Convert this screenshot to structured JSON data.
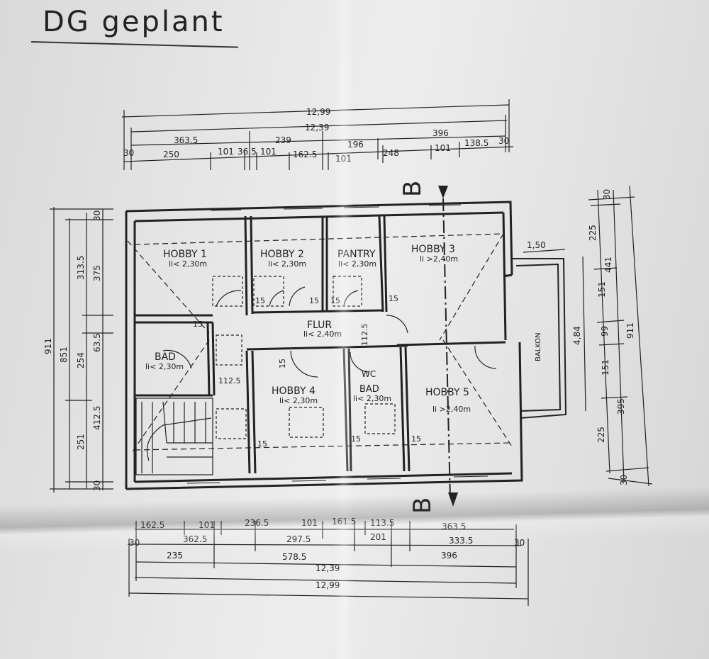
{
  "title": "DG geplant",
  "rooms": {
    "hobby1": {
      "name": "HOBBY 1",
      "height": "li< 2,30m"
    },
    "hobby2": {
      "name": "HOBBY 2",
      "height": "li< 2,30m"
    },
    "pantry": {
      "name": "PANTRY",
      "height": "li< 2,30m"
    },
    "hobby3": {
      "name": "HOBBY 3",
      "height": "li >2,40m"
    },
    "flur": {
      "name": "FLUR",
      "height": "li< 2,40m"
    },
    "bad1": {
      "name": "BAD",
      "height": "li< 2,30m"
    },
    "hobby4": {
      "name": "HOBBY 4",
      "height": "li< 2,30m"
    },
    "wc": {
      "name": "WC"
    },
    "bad2": {
      "name": "BAD",
      "height": "li< 2,30m"
    },
    "hobby5": {
      "name": "HOBBY 5",
      "height": "li >2,40m"
    },
    "balkon": {
      "name": "BALKON"
    }
  },
  "section_marker": "B",
  "dimensions": {
    "top": {
      "row1": [
        "12,99"
      ],
      "row2": [
        "12,39"
      ],
      "row3": [
        "363.5",
        "239",
        "196",
        "396"
      ],
      "row4": [
        "30",
        "250",
        "101",
        "36.5",
        "101",
        "162.5",
        "101",
        "248",
        "101",
        "138.5",
        "30"
      ]
    },
    "bottom": {
      "row1": [
        "162.5",
        "101",
        "236.5",
        "101",
        "161.5",
        "113.5",
        "363.5"
      ],
      "row2": [
        "30",
        "362.5",
        "297.5",
        "201",
        "333.5",
        "30"
      ],
      "row3": [
        "235",
        "578.5",
        "396"
      ],
      "row4": [
        "12,39"
      ],
      "row5": [
        "12,99"
      ]
    },
    "left": {
      "outer": "911",
      "middle": "851",
      "segments_a": [
        "313.5",
        "254",
        "251"
      ],
      "segments_b": [
        "30",
        "375",
        "63.5",
        "412.5",
        "30"
      ]
    },
    "right": {
      "balkon_depth": "1,50",
      "balkon_length": "4,84",
      "inner": [
        "30",
        "225",
        "151",
        "99",
        "151",
        "225",
        "30"
      ],
      "middle": [
        "441",
        "395"
      ],
      "outer": "911"
    },
    "room_marks": {
      "m15": "15",
      "flur_w": "112.5",
      "stair_w": "112.5"
    }
  }
}
